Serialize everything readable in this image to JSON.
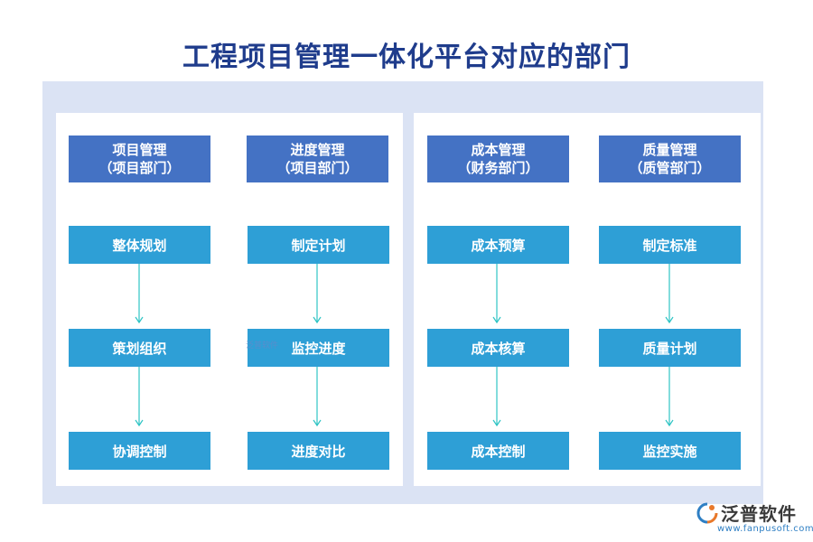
{
  "title": "工程项目管理一体化平台对应的部门",
  "columns": [
    {
      "header_line1": "项目管理",
      "header_line2": "（项目部门）",
      "steps": [
        "整体规划",
        "策划组织",
        "协调控制"
      ]
    },
    {
      "header_line1": "进度管理",
      "header_line2": "（项目部门）",
      "steps": [
        "制定计划",
        "监控进度",
        "进度对比"
      ]
    },
    {
      "header_line1": "成本管理",
      "header_line2": "（财务部门）",
      "steps": [
        "成本预算",
        "成本核算",
        "成本控制"
      ]
    },
    {
      "header_line1": "质量管理",
      "header_line2": "（质管部门）",
      "steps": [
        "制定标准",
        "质量计划",
        "监控实施"
      ]
    }
  ],
  "logo": {
    "name": "泛普软件",
    "url": "www.fanpusoft.com"
  },
  "watermark": "泛普软件",
  "colors": {
    "title": "#1f3c8c",
    "header_bg": "#4472c4",
    "step_bg": "#2e9fd6",
    "arrow": "#2ec4c4",
    "outer_bg": "#dbe3f4"
  }
}
